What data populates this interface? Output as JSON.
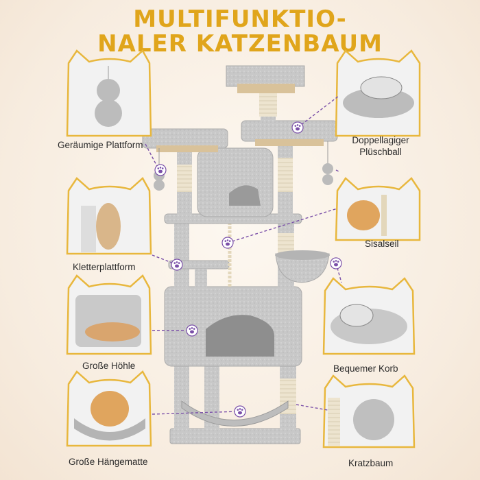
{
  "title": {
    "line1": "MULTIFUNKTIO-",
    "line2": "NALER KATZENBAUM"
  },
  "features": [
    {
      "label": "Geräumige Plattform"
    },
    {
      "label": "Doppellagiger"
    },
    {
      "label": "Plüschball"
    },
    {
      "label": "Kletterplattform"
    },
    {
      "label": "Sisalseil"
    },
    {
      "label": "Große Höhle"
    },
    {
      "label": "Bequemer Korb"
    },
    {
      "label": "Große Hängematte"
    },
    {
      "label": "Kratzbaum"
    }
  ],
  "colors": {
    "title": "#e0a51b",
    "frame_border": "#e8b73d",
    "connector": "#7a4fa8",
    "tree_fabric": "#c9c9c9",
    "sisal": "#ece3cf"
  },
  "icons": {
    "marker": "paw-icon"
  }
}
